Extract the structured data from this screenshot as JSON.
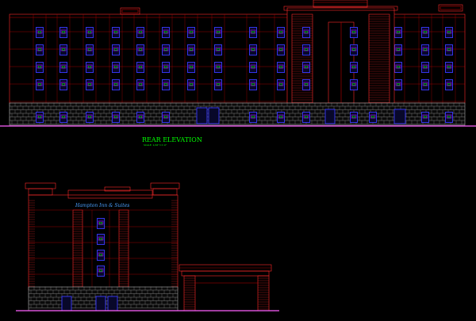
{
  "rear_elevation": {
    "title": "REAR ELEVATION",
    "scale_note": "SCALE: 1/16\"=1'-0\""
  },
  "side_elevation": {
    "signage_text": "Hampton Inn & Suites"
  },
  "colors": {
    "background": "#000000",
    "outline": "#ff2a2a",
    "detail_red": "#c00000",
    "window_blue": "#3a3aff",
    "window_magenta": "#b000ff",
    "window_tag_green": "#00ff00",
    "stone": "#a9a9a9",
    "grade_line": "#ff5fff",
    "signage": "#4aa0ff",
    "label_green": "#00ff00"
  }
}
